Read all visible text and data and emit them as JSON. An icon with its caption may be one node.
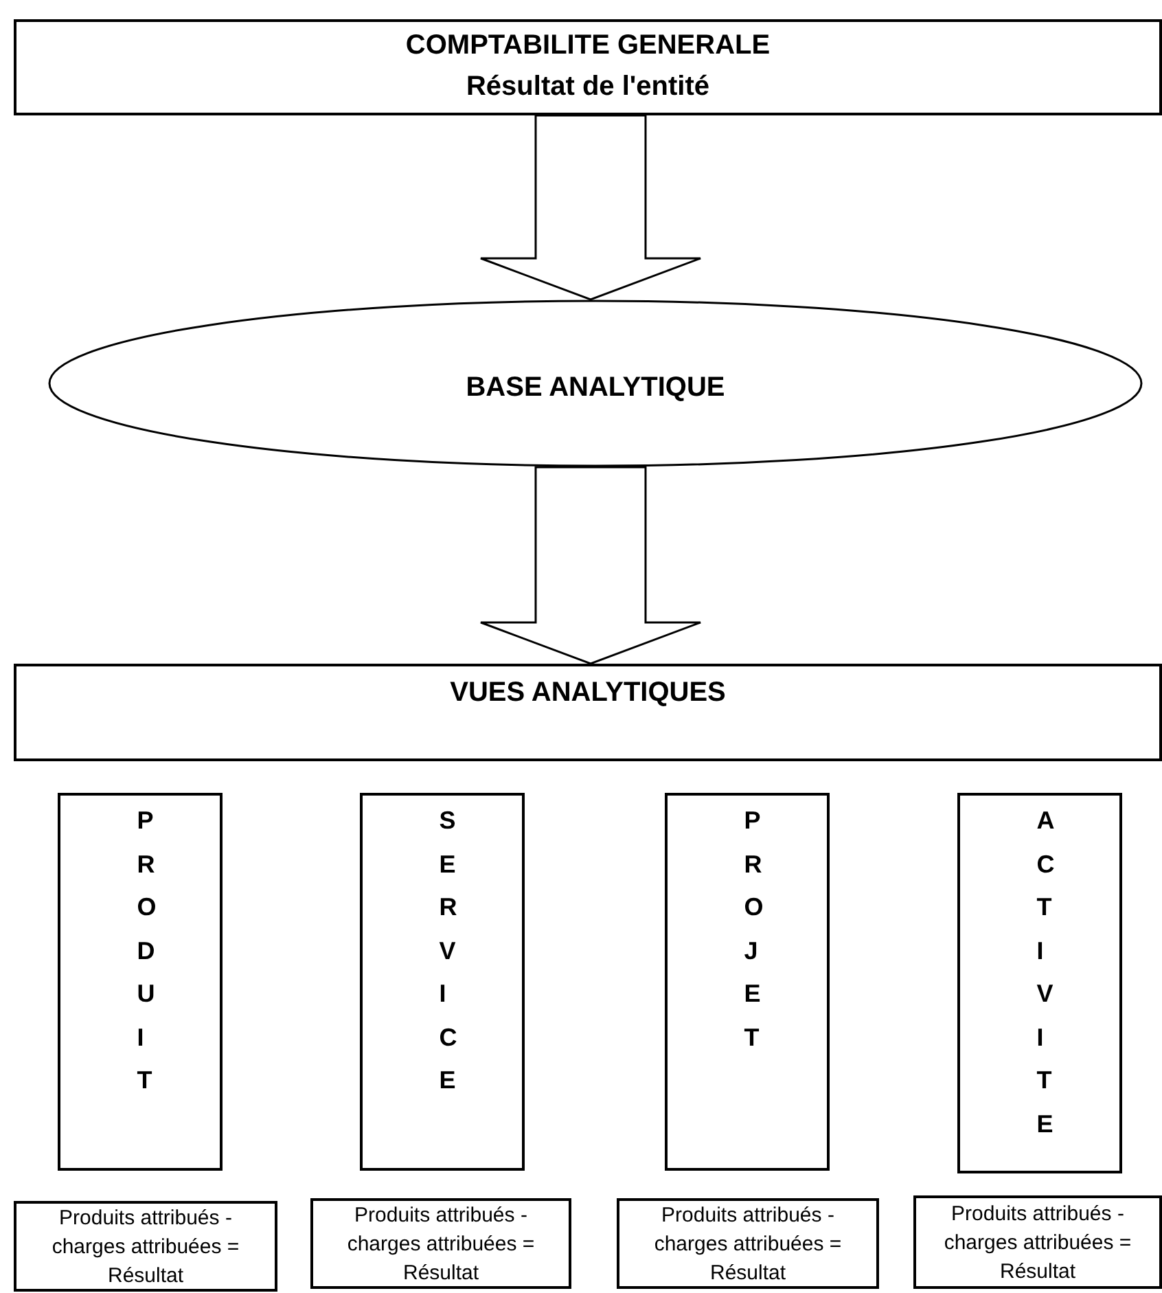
{
  "diagram": {
    "nodes": [
      {
        "text": [
          "COMPTABILITE GENERALE",
          "Résultat de l'entité"
        ]
      },
      {
        "text": [
          "BASE ANALYTIQUE"
        ]
      },
      {
        "text": [
          "VUES ANALYTIQUES"
        ]
      },
      {
        "text": [
          "PRODUIT"
        ]
      },
      {
        "text": [
          "SERVICE"
        ]
      },
      {
        "text": [
          "PROJET"
        ]
      },
      {
        "text": [
          "ACTIVITE"
        ]
      },
      {
        "text": [
          "Produits attribués - charges attribuées = Résultat"
        ]
      },
      {
        "text": [
          "Produits attribués - charges attribuées = Résultat"
        ]
      },
      {
        "text": [
          "Produits attribués - charges attribuées = Résultat"
        ]
      },
      {
        "text": [
          "Produits attribués - charges attribuées = Résultat"
        ]
      }
    ],
    "edges": [
      {
        "from": 0,
        "to": 1,
        "arrow": "to"
      },
      {
        "from": 1,
        "to": 2,
        "arrow": "to"
      }
    ]
  }
}
